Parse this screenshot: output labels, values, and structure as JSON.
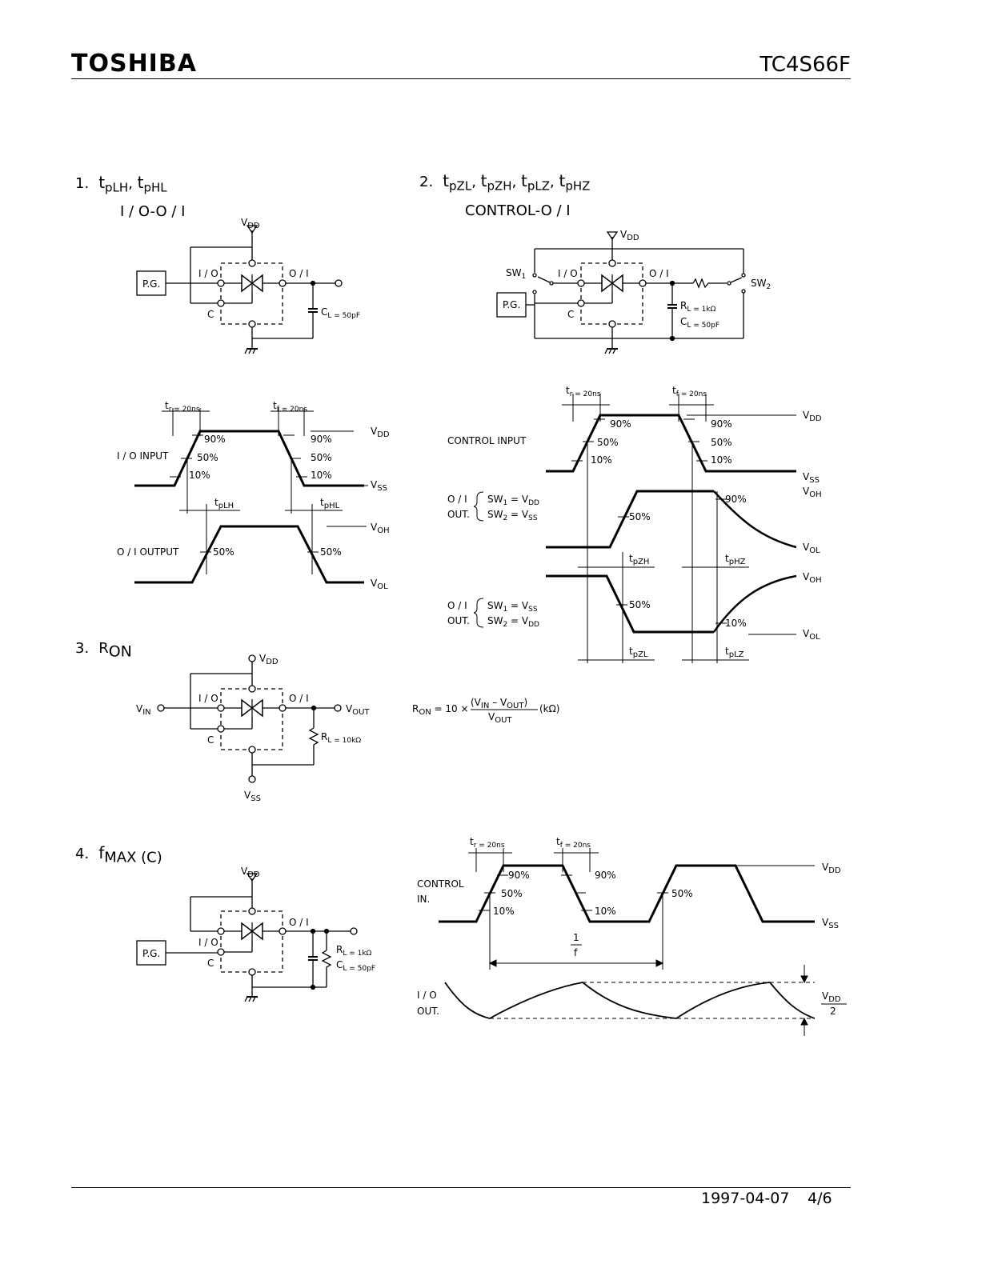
{
  "header": {
    "brand": "TOSHIBA",
    "part_number": "TC4S66F"
  },
  "footer": {
    "date": "1997-04-07",
    "page": "4/6"
  },
  "sections": [
    {
      "number": "1.",
      "title_main": "t",
      "title_subs": [
        "pLH",
        "pHL"
      ],
      "subtitle": "I / O-O / I"
    },
    {
      "number": "2.",
      "title_main": "t",
      "title_subs": [
        "pZL",
        "pZH",
        "pLZ",
        "pHZ"
      ],
      "subtitle": "CONTROL-O / I"
    },
    {
      "number": "3.",
      "title_main": "R",
      "title_subs": [
        "ON"
      ]
    },
    {
      "number": "4.",
      "title_main": "f",
      "title_subs": [
        "MAX (C)"
      ]
    }
  ],
  "labels": {
    "pg": "P.G.",
    "io": "I / O",
    "oi": "O / I",
    "c": "C",
    "v": "V",
    "dd": "DD",
    "ss": "SS",
    "oh": "OH",
    "ol": "OL",
    "in_sub": "IN",
    "out_sub": "OUT",
    "cl_50pf": "L = 50pF",
    "c_letter": "C",
    "r_letter": "R",
    "rl_1k": "L = 1kΩ",
    "rl_10k": "L = 10kΩ",
    "sw": "SW",
    "sw1_sub": "1",
    "sw2_sub": "2",
    "tr_20": "r = 20ns",
    "tf_20": "f = 20ns",
    "t": "t",
    "p90": "90%",
    "p50": "50%",
    "p10": "10%",
    "io_input": "I / O  INPUT",
    "oi_output": "O / I  OUTPUT",
    "control_input": "CONTROL  INPUT",
    "oi_out_1": "O / I",
    "oi_out_2": "OUT.",
    "sw1_vdd": "= V",
    "control_in_1": "CONTROL",
    "control_in_2": "IN.",
    "io_out_1": "I / O",
    "io_out_2": "OUT.",
    "one": "1",
    "f": "f",
    "two": "2",
    "plh": "pLH",
    "phl": "pHL",
    "pzh": "pZH",
    "phz": "pHZ",
    "pzl": "pZL",
    "plz": "pLZ"
  },
  "formula": {
    "lhs": "R",
    "lhs_sub": "ON",
    "mult": "= 10 ×",
    "num_open": "(V",
    "num_in": "IN",
    "num_minus": " – V",
    "num_out": "OUT",
    "num_close": ")",
    "den": "V",
    "den_sub": "OUT",
    "unit": "(kΩ)"
  }
}
